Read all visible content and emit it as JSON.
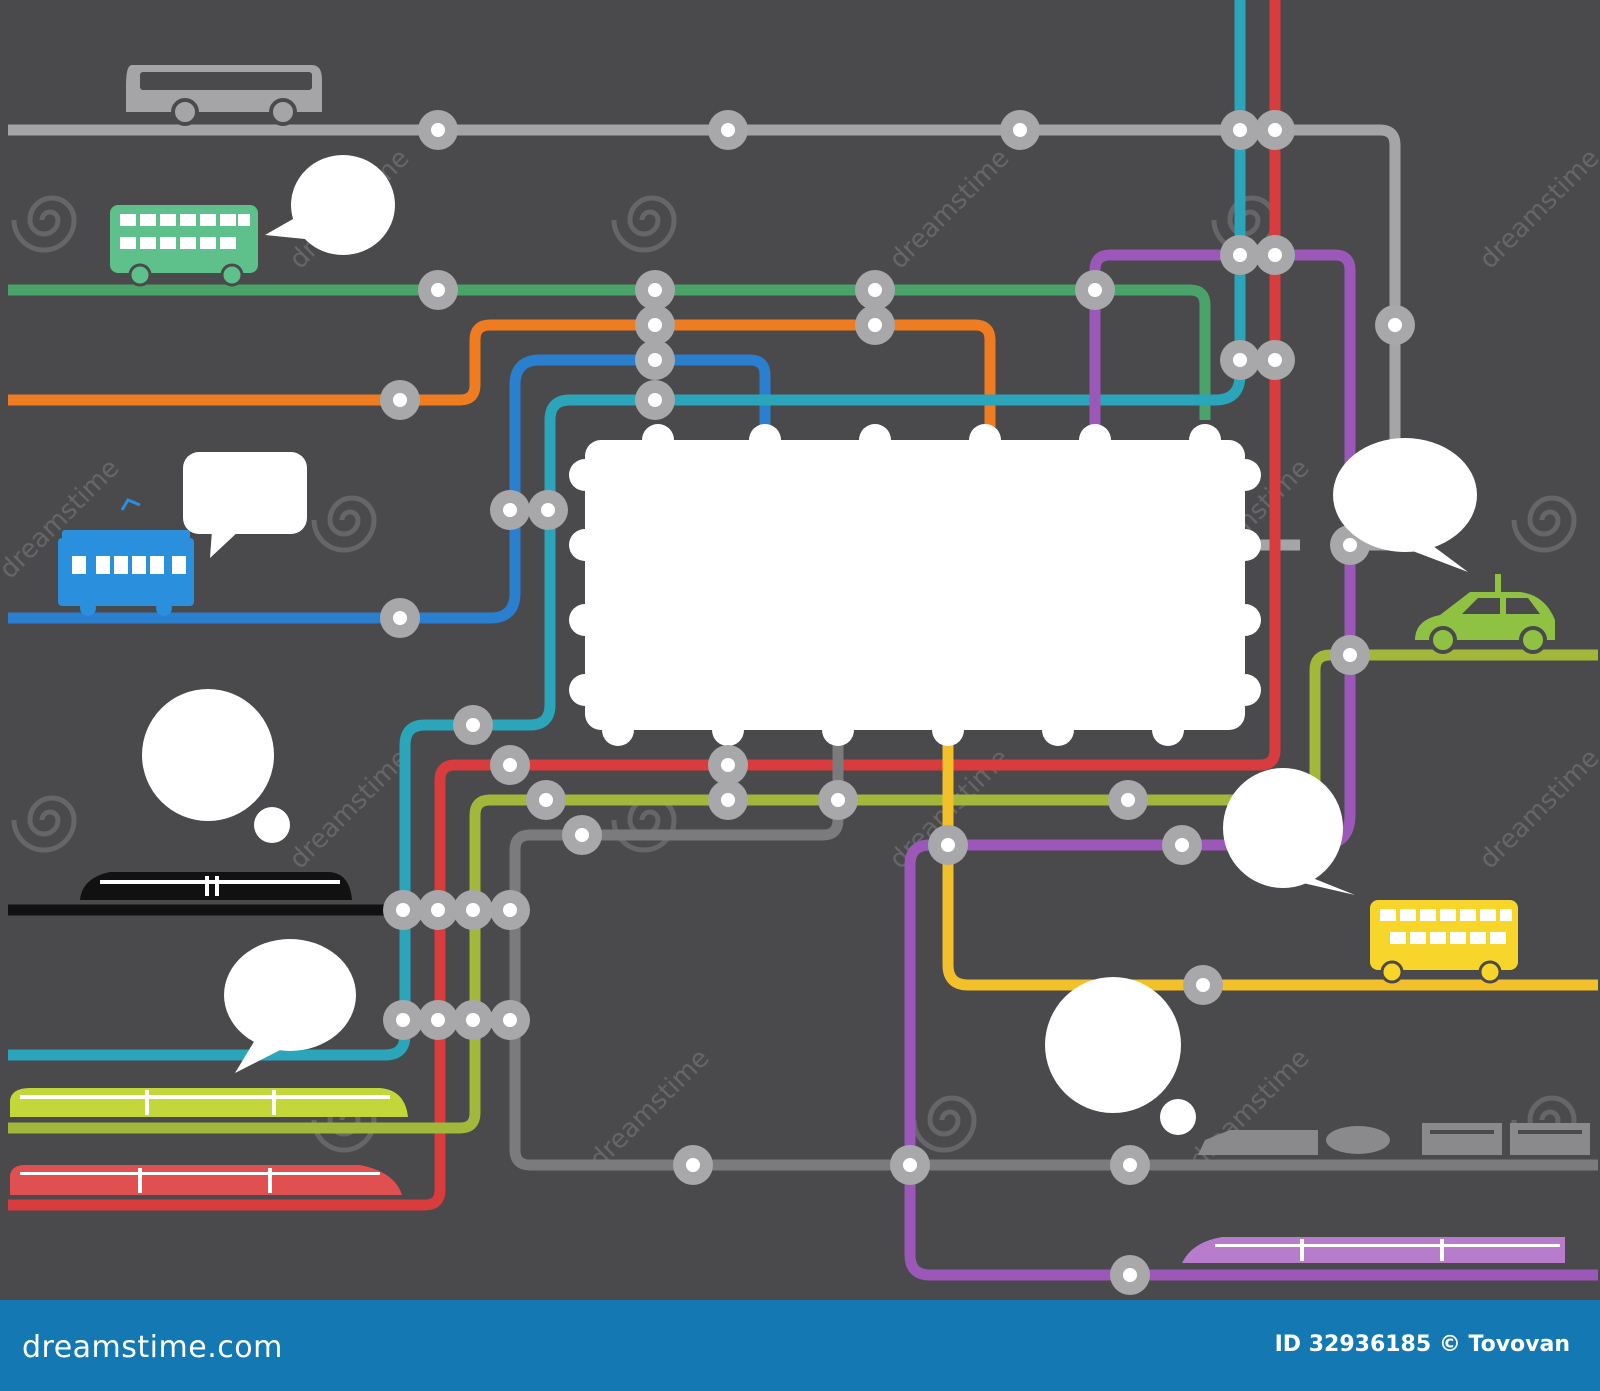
{
  "footer": {
    "brand": "dreamstime.com",
    "credit": "ID 32936185 © Tovovan"
  },
  "watermark_text": "dreamstime",
  "colors": {
    "background": "#4a494b",
    "footer": "#1479b3",
    "bubble": "#ffffff",
    "station_ring": "#a8a8aa",
    "line_gray": "#a5a5a7",
    "line_green": "#4aa46a",
    "line_orange": "#f07c22",
    "line_blue": "#2a7fcf",
    "line_teal": "#2aa5b9",
    "line_red": "#d83c3c",
    "line_lime": "#a2b83a",
    "line_purple": "#9b58b8",
    "line_yellow": "#f2c02a",
    "line_lightgreen": "#8fc242",
    "line_darkgray": "#7b7b7d",
    "line_black": "#111111"
  },
  "vehicles": [
    "coach-bus",
    "double-decker-bus-green",
    "tram-blue",
    "car-green",
    "double-decker-bus-yellow",
    "high-speed-train-black",
    "regional-train-lime",
    "high-speed-train-red",
    "freight-train-gray",
    "high-speed-train-purple"
  ]
}
